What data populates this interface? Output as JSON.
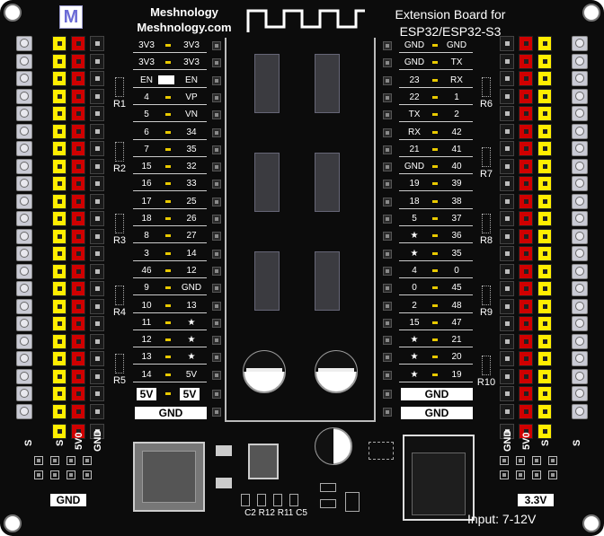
{
  "brand": {
    "name": "Meshnology",
    "site": "Meshnology.com",
    "logo_letter": "M"
  },
  "board_title": "Extension Board for",
  "board_subtitle": "ESP32/ESP32-S3",
  "left_pins": [
    [
      "3V3",
      "3V3"
    ],
    [
      "3V3",
      "3V3"
    ],
    [
      "EN",
      "EN"
    ],
    [
      "4",
      "VP"
    ],
    [
      "5",
      "VN"
    ],
    [
      "6",
      "34"
    ],
    [
      "7",
      "35"
    ],
    [
      "15",
      "32"
    ],
    [
      "16",
      "33"
    ],
    [
      "17",
      "25"
    ],
    [
      "18",
      "26"
    ],
    [
      "8",
      "27"
    ],
    [
      "3",
      "14"
    ],
    [
      "46",
      "12"
    ],
    [
      "9",
      "GND"
    ],
    [
      "10",
      "13"
    ],
    [
      "11",
      "★"
    ],
    [
      "12",
      "★"
    ],
    [
      "13",
      "★"
    ],
    [
      "14",
      "5V"
    ]
  ],
  "right_pins": [
    [
      "GND",
      "GND"
    ],
    [
      "GND",
      "TX"
    ],
    [
      "23",
      "RX"
    ],
    [
      "22",
      "1"
    ],
    [
      "TX",
      "2"
    ],
    [
      "RX",
      "42"
    ],
    [
      "21",
      "41"
    ],
    [
      "GND",
      "40"
    ],
    [
      "19",
      "39"
    ],
    [
      "18",
      "38"
    ],
    [
      "5",
      "37"
    ],
    [
      "★",
      "36"
    ],
    [
      "★",
      "35"
    ],
    [
      "4",
      "0"
    ],
    [
      "0",
      "45"
    ],
    [
      "2",
      "48"
    ],
    [
      "15",
      "47"
    ],
    [
      "★",
      "21"
    ],
    [
      "★",
      "20"
    ],
    [
      "★",
      "19"
    ]
  ],
  "left_resistors": [
    "R1",
    "R2",
    "R3",
    "R4",
    "R5"
  ],
  "right_resistors": [
    "R6",
    "R7",
    "R8",
    "R9",
    "R10"
  ],
  "left_5v": [
    "5V",
    "5V"
  ],
  "left_gnd_bar": "GND",
  "right_gnd_bar": [
    "GND",
    "GND"
  ],
  "bottom_left_cols": [
    "S",
    "S",
    "5V0",
    "GND"
  ],
  "bottom_right_cols": [
    "GND",
    "5V0",
    "S",
    "S"
  ],
  "bottom_left_label": "GND",
  "bottom_right_label": "3.3V",
  "smd_labels": "C2 R12 R11 C5",
  "input_label": "Input: 7-12V",
  "colors": {
    "board": "#0c0c0c",
    "yellow": "#ffee00",
    "red": "#d00000",
    "terminal": "#c9cad4",
    "led": "#e8c900"
  }
}
